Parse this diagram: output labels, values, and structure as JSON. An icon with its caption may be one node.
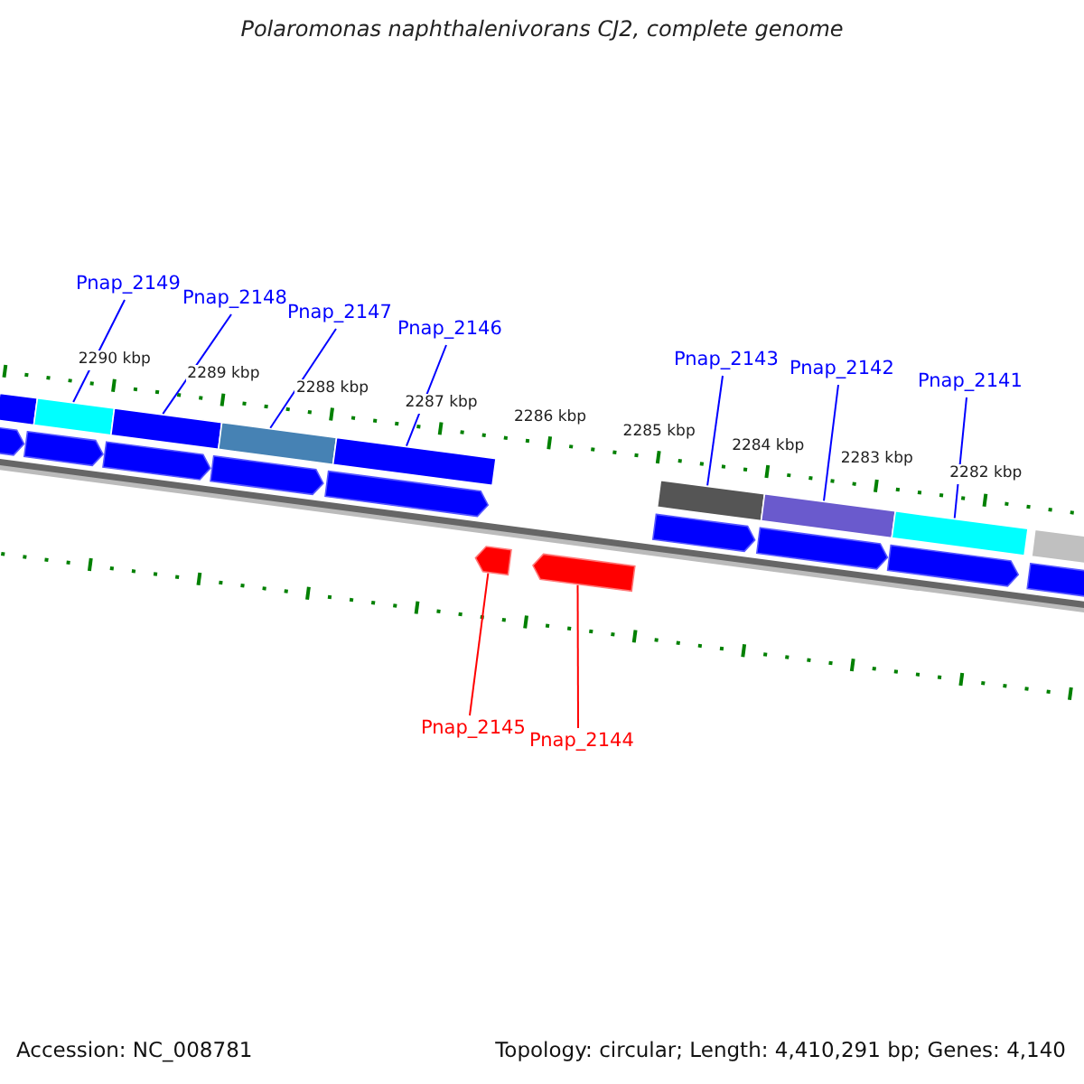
{
  "diagram": {
    "title": "Polaromonas naphthalenivorans CJ2, complete genome",
    "nodes": [
      {
        "text": [
          "Pnap_2149"
        ]
      },
      {
        "text": [
          "Pnap_2148"
        ]
      },
      {
        "text": [
          "Pnap_2147"
        ]
      },
      {
        "text": [
          "Pnap_2146"
        ]
      },
      {
        "text": [
          "Pnap_2143"
        ]
      },
      {
        "text": [
          "Pnap_2142"
        ]
      },
      {
        "text": [
          "Pnap_2141"
        ]
      },
      {
        "text": [
          "Pnap_2145"
        ]
      },
      {
        "text": [
          "Pnap_2144"
        ]
      },
      {
        "text": [],
        "shape": "bar"
      },
      {
        "text": [],
        "shape": "bar"
      },
      {
        "text": [],
        "shape": "bar"
      },
      {
        "text": [],
        "shape": "bar"
      },
      {
        "text": [],
        "shape": "bar"
      },
      {
        "text": [],
        "shape": "bar"
      },
      {
        "text": [],
        "shape": "bar"
      },
      {
        "text": [],
        "shape": "bar"
      },
      {
        "text": [],
        "shape": "bar"
      },
      {
        "text": [],
        "shape": "arrow"
      },
      {
        "text": [],
        "shape": "arrow"
      },
      {
        "text": [],
        "shape": "arrow"
      },
      {
        "text": [],
        "shape": "arrow"
      },
      {
        "text": [],
        "shape": "arrow"
      },
      {
        "text": [],
        "shape": "arrow"
      },
      {
        "text": [],
        "shape": "arrow"
      },
      {
        "text": [],
        "shape": "arrow"
      },
      {
        "text": [],
        "shape": "arrow"
      },
      {
        "text": [],
        "shape": "arrow"
      },
      {
        "text": [],
        "shape": "arrow"
      }
    ],
    "edges": [
      {
        "from": 0,
        "to": 10,
        "arrow": "none"
      },
      {
        "from": 1,
        "to": 11,
        "arrow": "none"
      },
      {
        "from": 2,
        "to": 12,
        "arrow": "none"
      },
      {
        "from": 3,
        "to": 13,
        "arrow": "none"
      },
      {
        "from": 4,
        "to": 14,
        "arrow": "none"
      },
      {
        "from": 5,
        "to": 15,
        "arrow": "none"
      },
      {
        "from": 6,
        "to": 16,
        "arrow": "none"
      },
      {
        "from": 7,
        "to": 27,
        "arrow": "none",
        "color": "#ff0000"
      },
      {
        "from": 8,
        "to": 28,
        "arrow": "none",
        "color": "#ff0000"
      }
    ],
    "labels": [
      "2290 kbp",
      "2289 kbp",
      "2288 kbp",
      "2287 kbp",
      "2286 kbp",
      "2285 kbp",
      "2284 kbp",
      "2283 kbp",
      "2282 kbp",
      "Accession: NC_008781",
      "Topology: circular; Length: 4,410,291 bp; Genes: 4,140"
    ]
  }
}
